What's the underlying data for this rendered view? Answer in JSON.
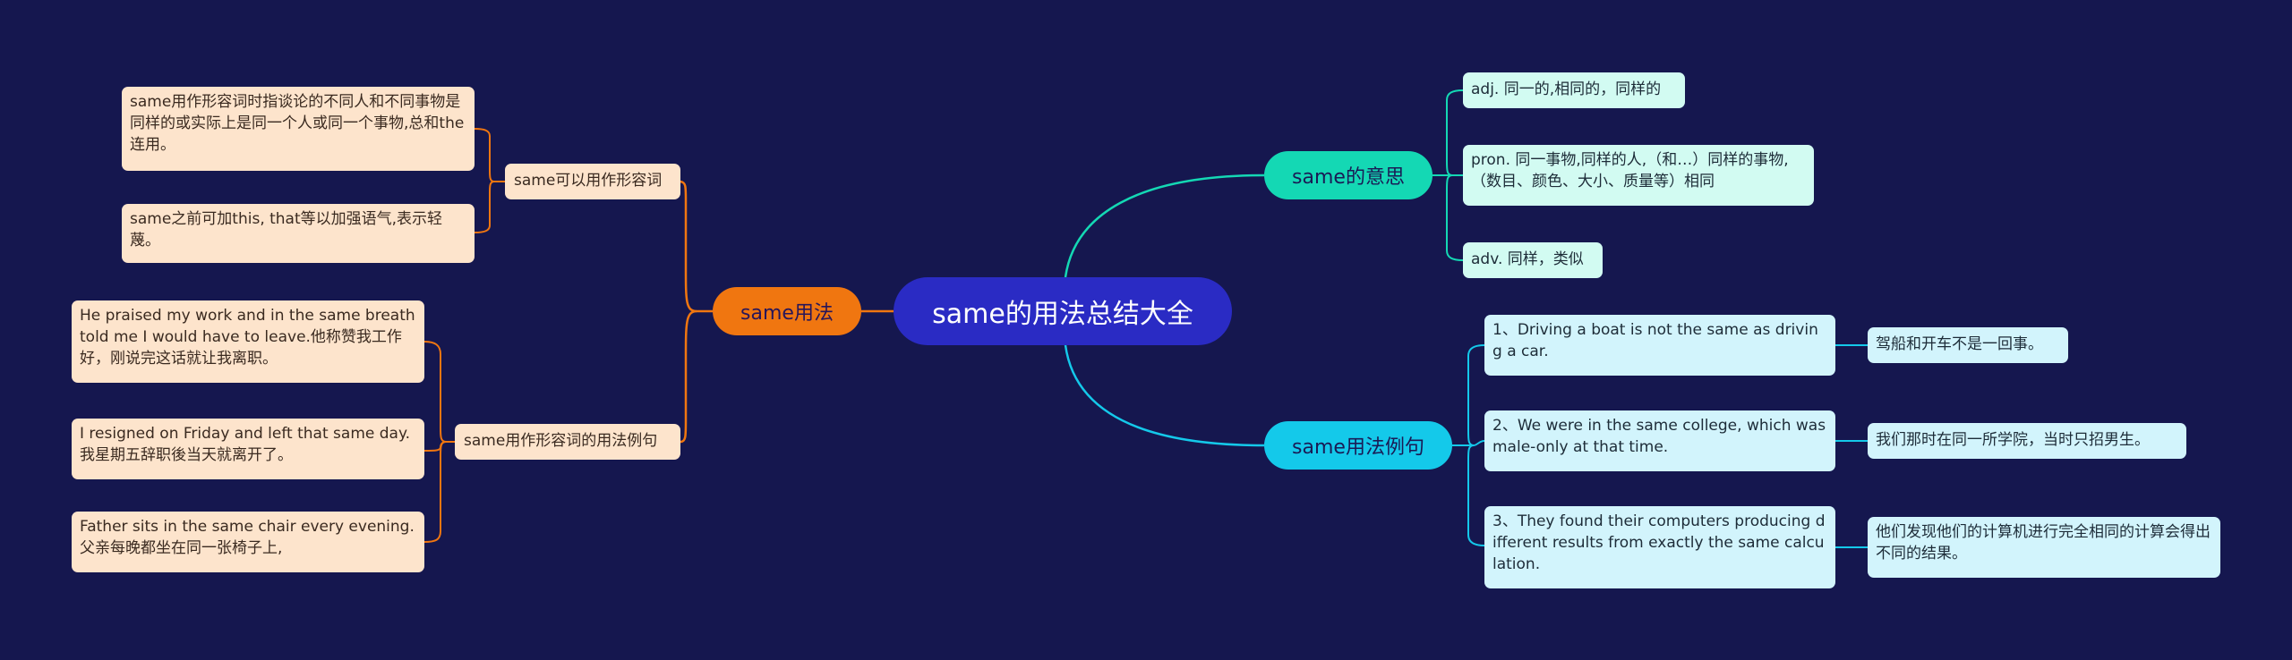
{
  "root": {
    "label": "same的用法总结大全"
  },
  "branches": {
    "usage": {
      "label": "same用法",
      "sub": [
        {
          "label": "same可以用作形容词",
          "leaves": [
            "same用作形容词时指谈论的不同人和不同事物是同样的或实际上是同一个人或同一个事物,总和the连用。",
            "same之前可加this, that等以加强语气,表示轻蔑。"
          ]
        },
        {
          "label": "same用作形容词的用法例句",
          "leaves": [
            "He praised my work and in the same breath told me I would have to leave.他称赞我工作好，刚说完这话就让我离职。",
            "I resigned on Friday and left that same day.我星期五辞职後当天就离开了。",
            "Father sits in the same chair every evening.父亲每晚都坐在同一张椅子上,"
          ]
        }
      ]
    },
    "meaning": {
      "label": "same的意思",
      "leaves": [
        "adj. 同一的,相同的，同样的",
        "pron. 同一事物,同样的人,（和…）同样的事物,（数目、颜色、大小、质量等）相同",
        "adv. 同样，类似"
      ]
    },
    "examples": {
      "label": "same用法例句",
      "items": [
        {
          "en": "1、Driving a boat is not the same as driving a car.",
          "zh": "驾船和开车不是一回事。"
        },
        {
          "en": "2、We were in the same college, which was male-only at that time.",
          "zh": "我们那时在同一所学院，当时只招男生。"
        },
        {
          "en": "3、They found their computers producing different results from exactly the same calculation.",
          "zh": "他们发现他们的计算机进行完全相同的计算会得出不同的结果。"
        }
      ]
    }
  },
  "colors": {
    "background": "#15174f",
    "root": "#2a2bc4",
    "orange": "#f07610",
    "teal": "#14d8b4",
    "cyan": "#14c9ea"
  }
}
